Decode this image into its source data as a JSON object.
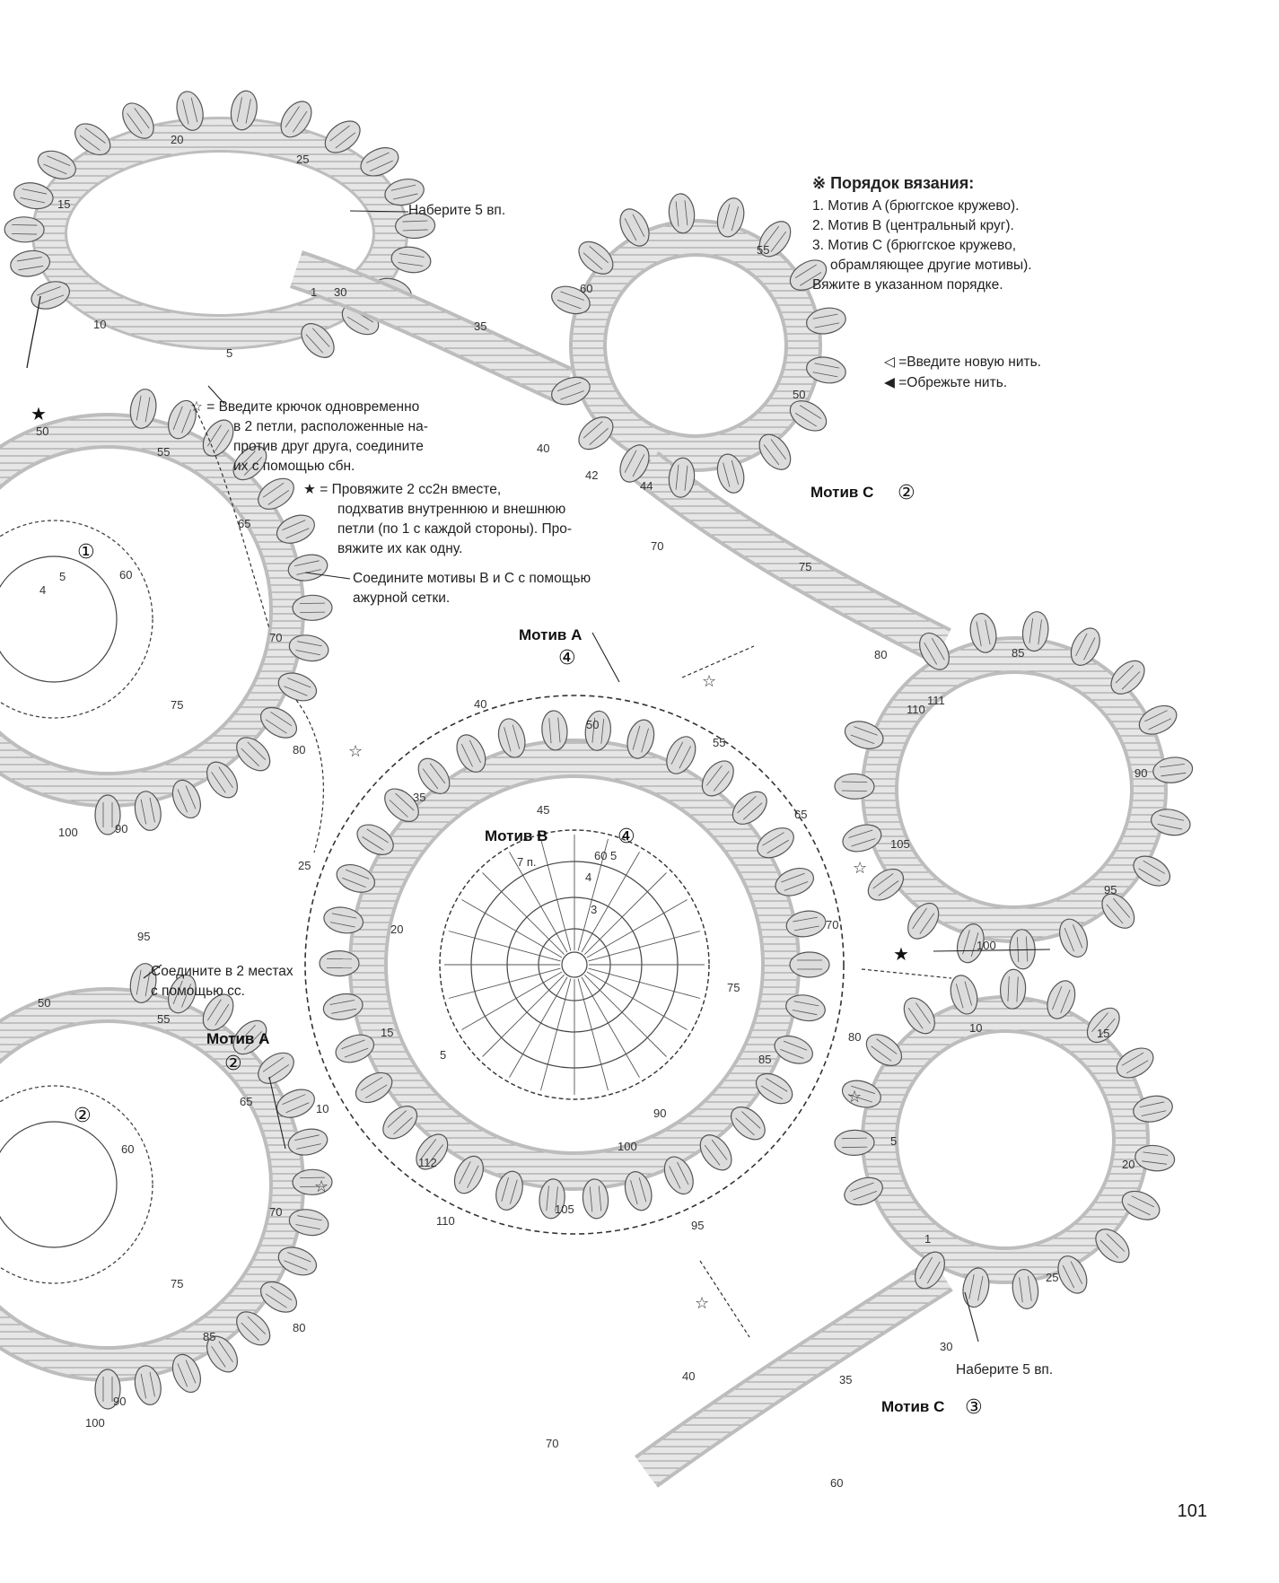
{
  "order": {
    "title": "※ Порядок вязания:",
    "items": [
      "1.  Мотив A (брюггское кружево).",
      "2.  Мотив B (центральный круг).",
      "3.  Мотив C (брюггское кружево,",
      "обрамляющее другие мотивы).",
      "Вяжите в указанном порядке."
    ]
  },
  "legend": {
    "new_thread_symbol": "◁",
    "new_thread_text": "=Введите новую нить.",
    "cut_thread_symbol": "◀",
    "cut_thread_text": "=Обрежьте нить."
  },
  "notes": {
    "hollow_star": "☆",
    "hollow_star_text_1": "= Введите крючок одновременно",
    "hollow_star_text_2": "в 2 петли, расположенные на-",
    "hollow_star_text_3": "против друг друга, соедините",
    "hollow_star_text_4": "их с помощью сбн.",
    "solid_star": "★",
    "solid_star_text_1": "= Провяжите 2 сс2н вместе,",
    "solid_star_text_2": "подхватив внутреннюю и внешнюю",
    "solid_star_text_3": "петли (по 1 с каждой стороны). Про-",
    "solid_star_text_4": "вяжите их как одну.",
    "connect_bc_1": "Соедините мотивы B и C с помощью",
    "connect_bc_2": "ажурной сетки.",
    "join_two_1": "Соедините в 2 местах",
    "join_two_2": "с помощью сс.",
    "chain_top": "Наберите 5 вп.",
    "chain_bottom": "Наберите 5 вп."
  },
  "labels": {
    "motif_c2": "Мотив C",
    "motif_c2_num": "②",
    "motif_a4": "Мотив A",
    "motif_a4_num": "④",
    "motif_b4": "Мотив B",
    "motif_b4_num": "④",
    "motif_a2": "Мотив A",
    "motif_a2_num": "②",
    "motif_c3": "Мотив C",
    "motif_c3_num": "③",
    "left_circle_1": "①",
    "left_circle_2": "②",
    "seven_ch": "7 п."
  },
  "stitch_numbers": {
    "top_c": [
      "20",
      "25",
      "15",
      "30",
      "10",
      "5",
      "1",
      "35"
    ],
    "c2": [
      "55",
      "60",
      "50",
      "40",
      "42",
      "44",
      "70",
      "75",
      "80",
      "85",
      "90",
      "95",
      "100",
      "105",
      "110",
      "111"
    ],
    "left_a1": [
      "50",
      "55",
      "65",
      "60",
      "70",
      "75",
      "80",
      "90",
      "100",
      "95",
      "5",
      "4"
    ],
    "a4": [
      "40",
      "50",
      "55",
      "45",
      "35",
      "65",
      "25",
      "60",
      "20",
      "70",
      "75",
      "15",
      "80",
      "85",
      "10",
      "90",
      "100",
      "95",
      "105",
      "110",
      "112",
      "5"
    ],
    "b4": [
      "5",
      "4",
      "3"
    ],
    "left_a2": [
      "50",
      "55",
      "65",
      "60",
      "70",
      "75",
      "80",
      "85",
      "90",
      "100"
    ],
    "c3": [
      "10",
      "15",
      "5",
      "20",
      "25",
      "1",
      "30",
      "35",
      "40",
      "70",
      "60"
    ]
  },
  "page_number": "101"
}
